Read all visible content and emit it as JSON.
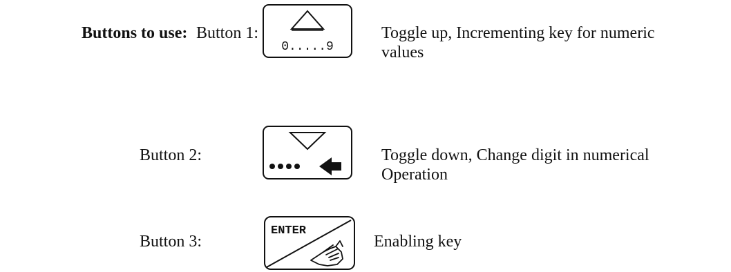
{
  "heading": "Buttons to use",
  "heading_colon": ":",
  "buttons": [
    {
      "label": "Button 1:",
      "key_text": "0.....9",
      "icon": "triangle-up-icon",
      "description_line1": "Toggle up, Incrementing key for numeric",
      "description_line2": "values"
    },
    {
      "label": "Button 2:",
      "icon": "triangle-down-icon",
      "icon2": "four-dots-left-arrow-icon",
      "description_line1": "Toggle down, Change digit in numerical",
      "description_line2": "Operation"
    },
    {
      "label": "Button 3:",
      "key_text": "ENTER",
      "icon": "hand-press-icon",
      "description_line1": "Enabling key"
    }
  ]
}
